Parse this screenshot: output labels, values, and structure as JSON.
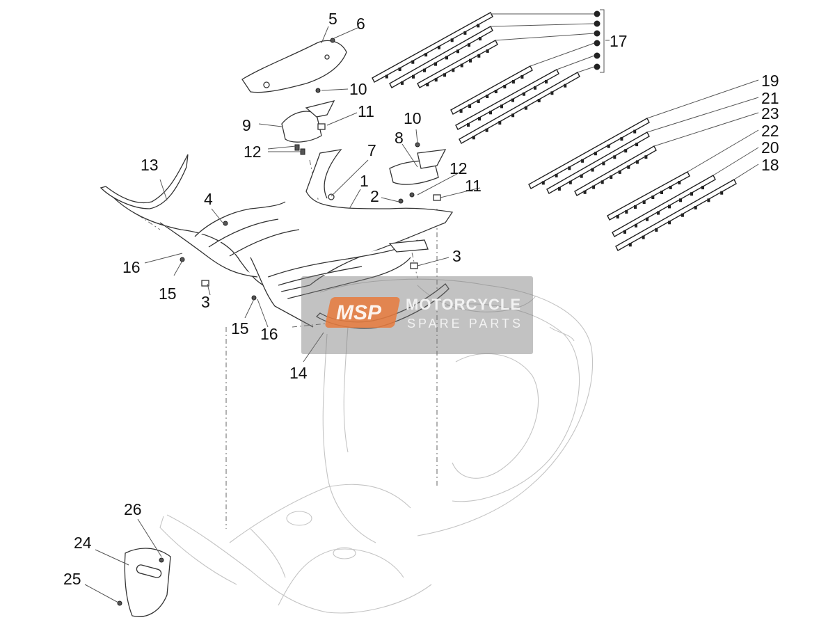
{
  "callouts": {
    "c1": "1",
    "c2": "2",
    "c3a": "3",
    "c3b": "3",
    "c4": "4",
    "c5": "5",
    "c6": "6",
    "c7": "7",
    "c8": "8",
    "c9": "9",
    "c10a": "10",
    "c10b": "10",
    "c11a": "11",
    "c11b": "11",
    "c12a": "12",
    "c12b": "12",
    "c13": "13",
    "c14": "14",
    "c15a": "15",
    "c15b": "15",
    "c16a": "16",
    "c16b": "16",
    "c17": "17",
    "c18": "18",
    "c19": "19",
    "c20": "20",
    "c21": "21",
    "c22": "22",
    "c23": "23",
    "c24": "24",
    "c25": "25",
    "c26": "26"
  },
  "watermark": {
    "logo": "MSP",
    "line1": "MOTORCYCLE",
    "line2": "SPARE PARTS"
  },
  "colors": {
    "watermark_overlay": "#787878",
    "logo_orange": "#e87a3c",
    "line_art": "#333333",
    "ghost_body": "#c4c4c4"
  }
}
